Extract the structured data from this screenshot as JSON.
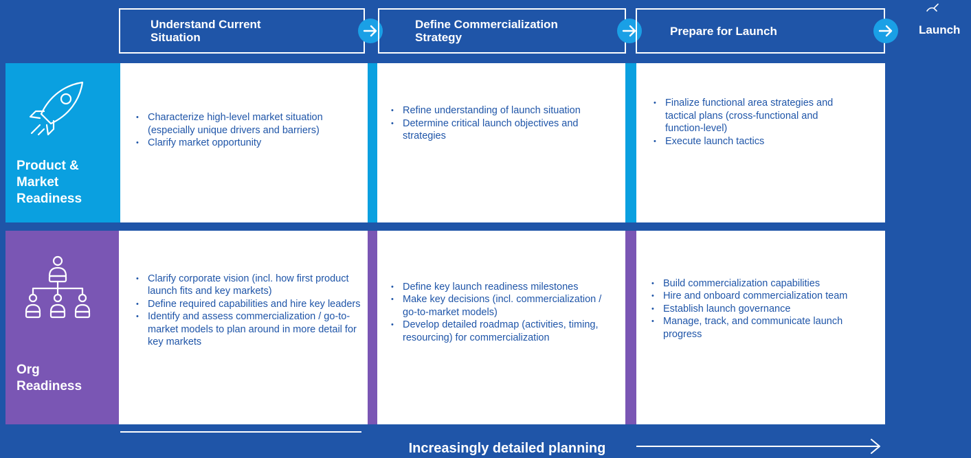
{
  "phases": [
    {
      "line1": "Understand Current",
      "line2": "Situation"
    },
    {
      "line1": "Define Commercialization",
      "line2": "Strategy"
    },
    {
      "line1": "Prepare for Launch",
      "line2": ""
    }
  ],
  "launch_label": "Launch",
  "rows": [
    {
      "label_lines": [
        "Product &",
        "Market",
        "Readiness"
      ],
      "icon": "rocket-icon",
      "color": "#0aa0e0",
      "cells": [
        [
          "Characterize high-level market situation (especially unique drivers and barriers)",
          "Clarify market opportunity"
        ],
        [
          "Refine understanding of launch situation",
          "Determine critical launch objectives and strategies"
        ],
        [
          "Finalize functional area strategies and tactical plans (cross-functional and function-level)",
          "Execute launch tactics"
        ]
      ]
    },
    {
      "label_lines": [
        "Org",
        "Readiness"
      ],
      "icon": "org-chart-icon",
      "color": "#7a56b4",
      "cells": [
        [
          "Clarify corporate vision (incl. how first product launch fits and key markets)",
          "Define required capabilities and hire key leaders",
          "Identify and assess commercialization / go-to-market models to plan around in more detail for key markets"
        ],
        [
          "Define key launch readiness milestones",
          "Make key decisions (incl. commercialization / go-to-market models)",
          "Develop detailed roadmap (activities, timing, resourcing) for commercialization"
        ],
        [
          "Build commercialization capabilities",
          "Hire and onboard commercialization team",
          "Establish launch governance",
          "Manage, track, and communicate launch progress"
        ]
      ]
    }
  ],
  "footer": "Increasingly detailed planning",
  "colors": {
    "background": "#1f55a8",
    "accent_blue": "#0aa0e0",
    "accent_purple": "#7a56b4",
    "arrow_circle": "#1aa0e6"
  }
}
